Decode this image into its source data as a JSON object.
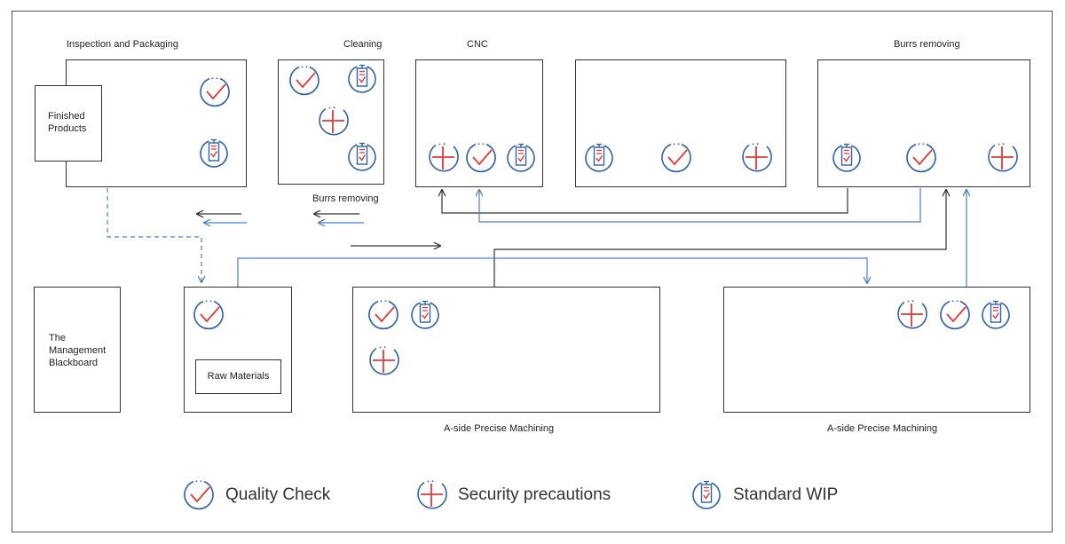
{
  "stations": {
    "inspection": {
      "label": "Inspection and Packaging",
      "inner_label": "Finished Products"
    },
    "cleaning": {
      "label": "Cleaning",
      "below_label": "Burrs removing"
    },
    "cnc": {
      "label": "CNC"
    },
    "burrs": {
      "label": "Burrs removing"
    },
    "blackboard": {
      "label": "The Management Blackboard"
    },
    "raw": {
      "inner_label": "Raw Materials"
    },
    "aside_1": {
      "label": "A-side Precise Machining"
    },
    "aside_2": {
      "label": "A-side Precise Machining"
    }
  },
  "legend": {
    "quality": "Quality Check",
    "security": "Security precautions",
    "wip": "Standard WIP"
  },
  "colors": {
    "icon_blue": "#2f63a8",
    "icon_red": "#e23a3a",
    "line_dark": "#333333",
    "line_blue": "#4a7fc4"
  },
  "icon_names": [
    "quality-check-icon",
    "security-precautions-icon",
    "standard-wip-icon"
  ]
}
